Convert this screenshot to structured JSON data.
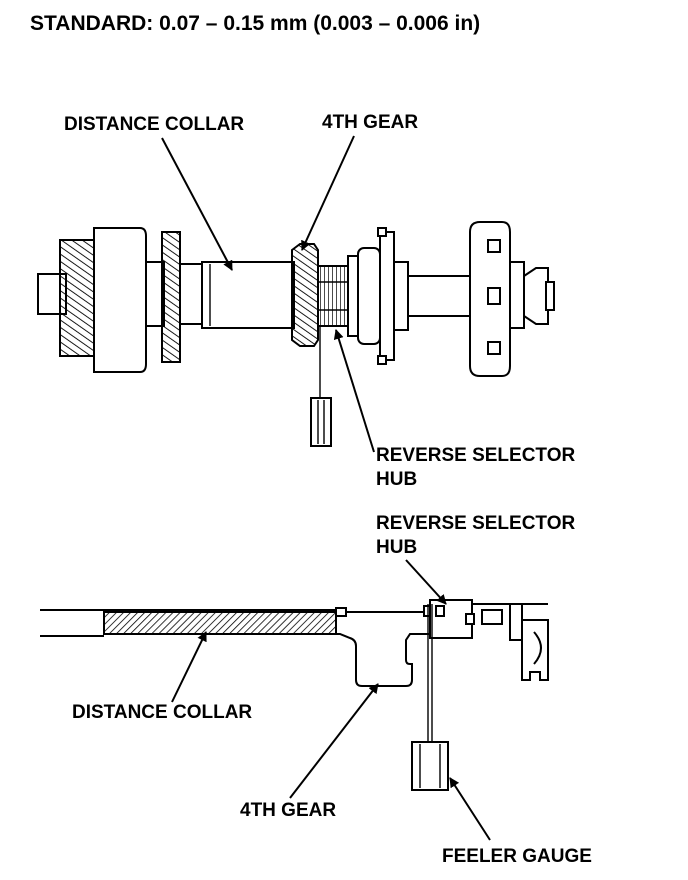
{
  "header": {
    "standard": "STANDARD: 0.07 – 0.15 mm (0.003 – 0.006 in)"
  },
  "top_view": {
    "distance_collar": "DISTANCE COLLAR",
    "fourth_gear": "4TH GEAR",
    "reverse_selector_hub_line1": "REVERSE SELECTOR",
    "reverse_selector_hub_line2": "HUB"
  },
  "bottom_view": {
    "reverse_selector_hub_line1": "REVERSE SELECTOR",
    "reverse_selector_hub_line2": "HUB",
    "distance_collar": "DISTANCE COLLAR",
    "fourth_gear": "4TH GEAR",
    "feeler_gauge": "FEELER GAUGE"
  },
  "colors": {
    "ink": "#000000",
    "paper": "#ffffff"
  }
}
